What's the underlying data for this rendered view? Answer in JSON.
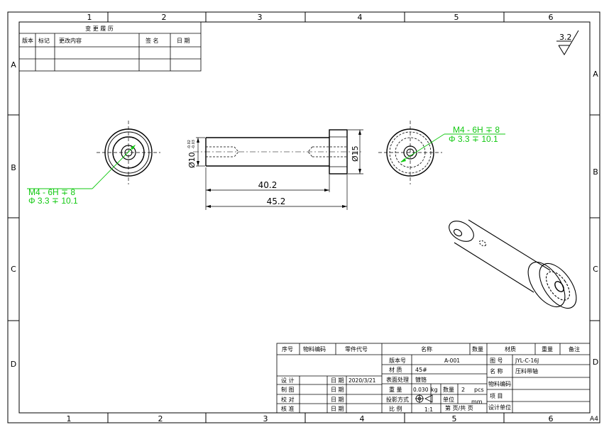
{
  "frame": {
    "cols_top": [
      "1",
      "2",
      "3",
      "4",
      "5",
      "6"
    ],
    "cols_bottom": [
      "1",
      "2",
      "3",
      "4",
      "5",
      "6"
    ],
    "rows_left": [
      "A",
      "B",
      "C",
      "D"
    ],
    "rows_right": [
      "A",
      "B",
      "C",
      "D"
    ],
    "sheet_size": "A4"
  },
  "revision": {
    "title": "变 更 履 历",
    "headers": [
      "版本",
      "标记",
      "更改内容",
      "签 名",
      "日 期"
    ]
  },
  "roughness": "3.2",
  "views": {
    "left_thread_1": "M4 - 6H ∓ 8",
    "left_thread_2": "Φ 3.3 ∓ 10.1",
    "right_thread_1": "M4 - 6H ∓ 8",
    "right_thread_2": "Φ 3.3 ∓ 10.1",
    "dim_d10": "Ø10",
    "dim_tol_top": "-0.02",
    "dim_tol_bot": "-0.03",
    "dim_d15": "Ø15",
    "dim_402": "40.2",
    "dim_452": "45.2"
  },
  "title_block": {
    "bom_headers": [
      "序号",
      "物料编码",
      "零件代号",
      "名称",
      "数量",
      "材质",
      "重量",
      "备注"
    ],
    "design": "设 计",
    "draw": "制 图",
    "check": "校 对",
    "approve": "核 准",
    "date": "日 期",
    "design_date": "2020/3/21",
    "version_label": "版本号",
    "version": "A-001",
    "material_label": "材 质",
    "material": "45#",
    "surface_label": "表面处理",
    "surface": "镀铬",
    "weight_label": "重 量",
    "weight": "0.030",
    "weight_unit": "kg",
    "qty_label": "数量",
    "qty": "2",
    "qty_unit": "pcs",
    "proj_label": "投影方式",
    "unit_label": "单位",
    "unit": "mm",
    "scale_label": "比 例",
    "scale": "1:1",
    "page_label": "第 页/共 页",
    "drawing_no_label": "图 号",
    "drawing_no": "JYL-C-16J",
    "name_label": "名 称",
    "name": "压料带轴",
    "code_label": "物料编码",
    "project_label": "项 目",
    "design_unit_label": "设计单位"
  }
}
